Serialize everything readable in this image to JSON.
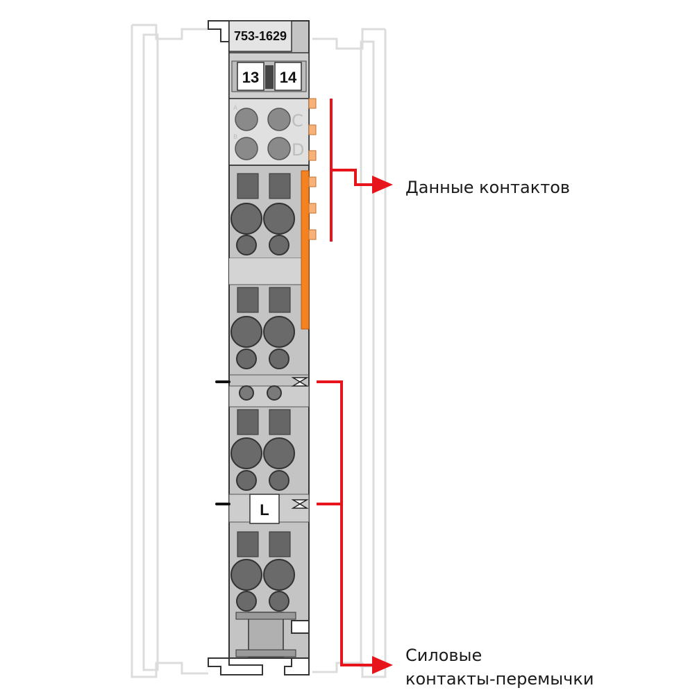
{
  "module": {
    "part_number": "753-1629",
    "marker_left": "13",
    "marker_right": "14",
    "led_letters": [
      "A",
      "B"
    ],
    "led_big_letters": [
      "C",
      "D"
    ],
    "bus_marker": "L"
  },
  "callouts": {
    "data_contacts": "Данные контактов",
    "power_jumper_line1": "Силовые",
    "power_jumper_line2": "контакты-перемычки"
  },
  "colors": {
    "housing": "#c4c4c4",
    "housing_light": "#d9d9d9",
    "dark_square": "#666666",
    "circle": "#6a6a6a",
    "orange": "#f58220",
    "orange_light": "#f7b27a",
    "red": "#e8141b"
  }
}
